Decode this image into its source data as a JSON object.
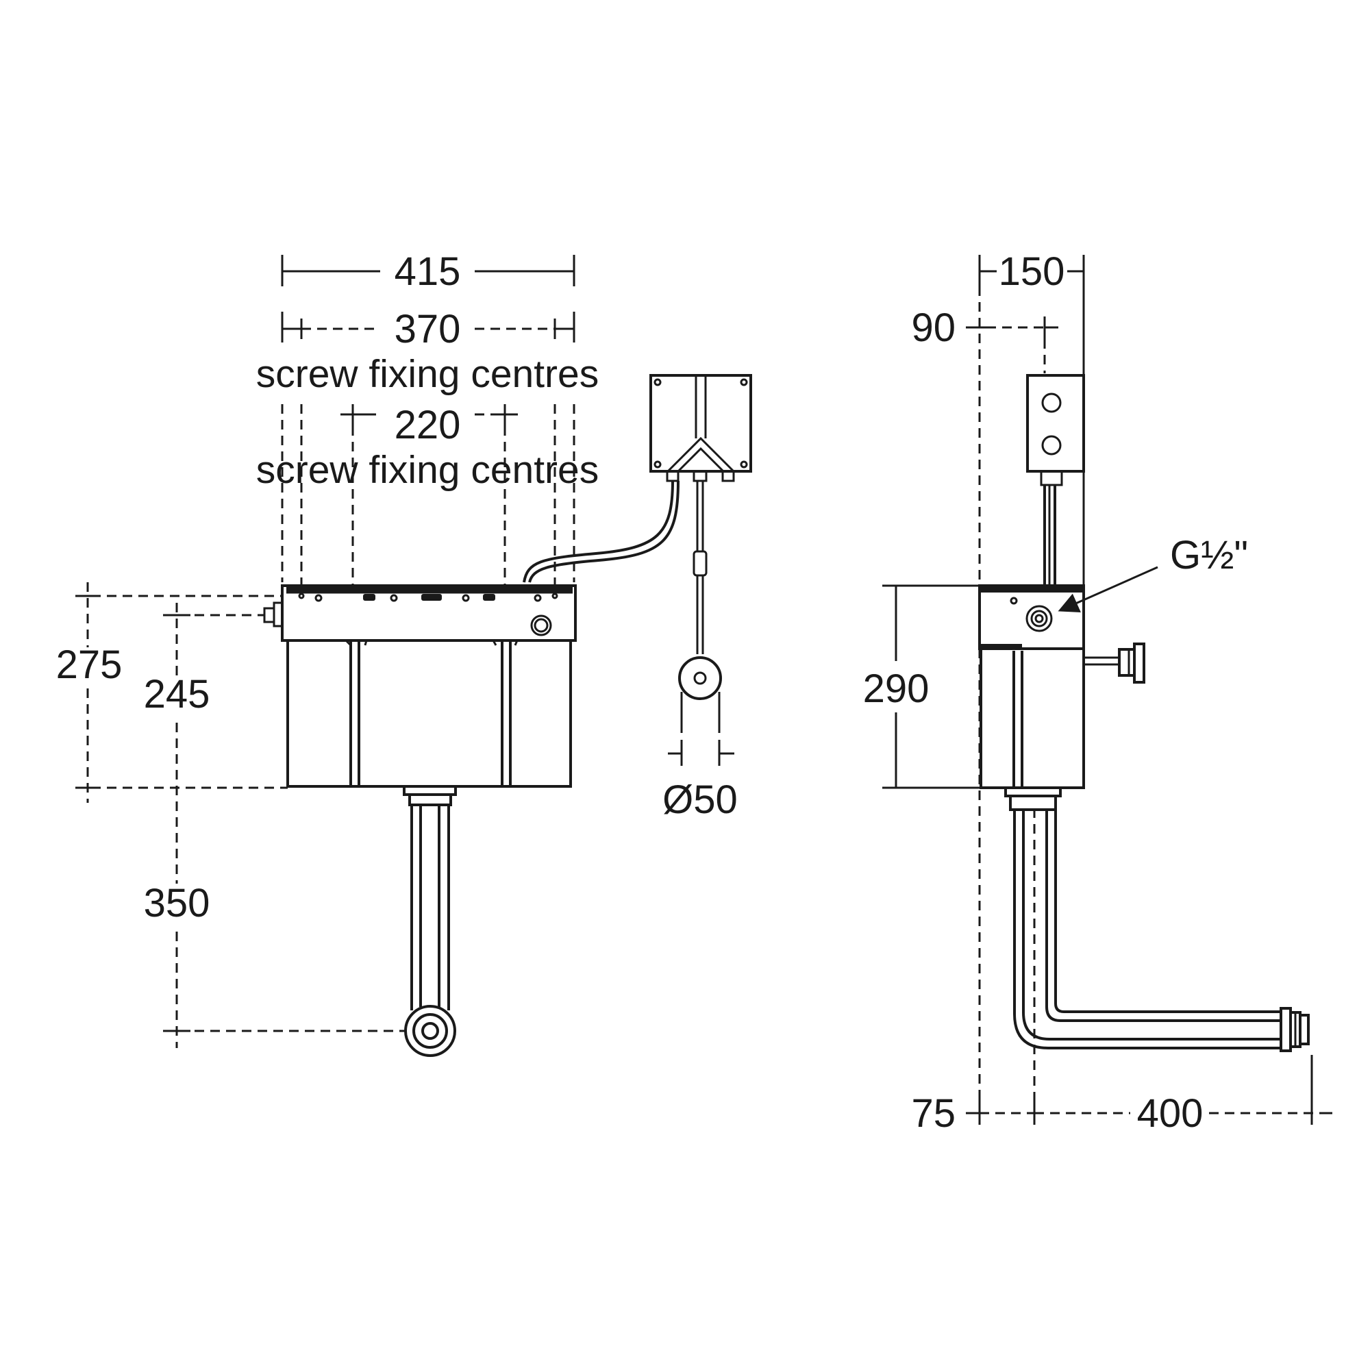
{
  "front_view": {
    "overall_width": "415",
    "screw_centres_outer": "370",
    "screw_centres_outer_note": "screw fixing centres",
    "screw_centres_inner": "220",
    "screw_centres_inner_note": "screw fixing centres",
    "height_overall": "275",
    "height_inlet": "245",
    "flush_pipe_drop": "350",
    "sensor_diameter": "Ø50"
  },
  "side_view": {
    "depth": "150",
    "box_offset": "90",
    "inlet_thread": "G½\"",
    "cistern_height": "290",
    "pipe_offset": "75",
    "pipe_projection": "400"
  }
}
